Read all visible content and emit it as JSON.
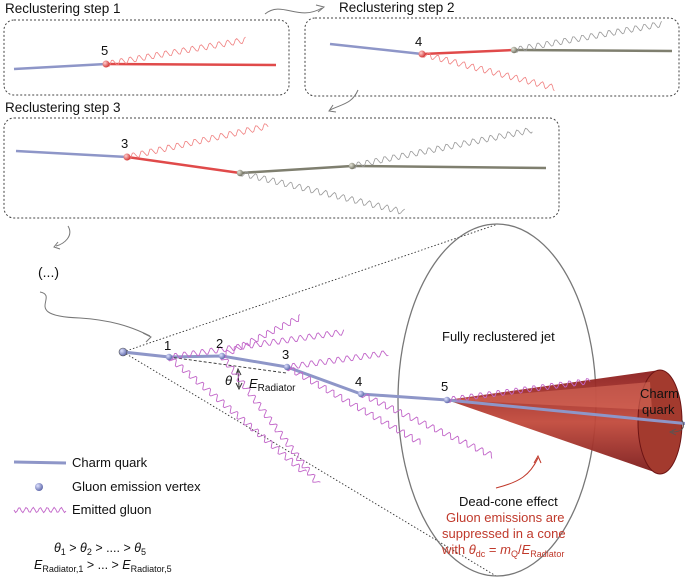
{
  "steps": {
    "step1": "Reclustering step 1",
    "step2": "Reclustering step 2",
    "step3": "Reclustering step 3",
    "ellipsis": "(...)"
  },
  "vertex_labels": {
    "s1_v5": "5",
    "s2_v4": "4",
    "s3_v3": "3",
    "main": [
      "1",
      "2",
      "3",
      "4",
      "5"
    ]
  },
  "jet": {
    "title": "Fully reclustered jet",
    "theta_symbol": "θ",
    "e_radiator_main": "E",
    "e_radiator_sub": "Radiator",
    "charm_quark_line1": "Charm",
    "charm_quark_line2": "quark"
  },
  "dead_cone": {
    "title": "Dead-cone effect",
    "line1": "Gluon emissions are",
    "line2": "suppressed in a cone",
    "line3_prefix": "with ",
    "theta": "θ",
    "theta_sub": "dc",
    "eq": " = ",
    "m": "m",
    "m_sub": "Q",
    "slash": "/",
    "E": "E",
    "E_sub": "Radiator"
  },
  "legend": {
    "charm_quark": "Charm quark",
    "vertex": "Gluon emission vertex",
    "gluon": "Emitted gluon"
  },
  "ordering": {
    "theta": "θ",
    "t1": "1",
    "gt1": " > ",
    "t2": "2",
    "gt2": " > .... > ",
    "t5": "5",
    "E": "E",
    "e1": "Radiator,1",
    "gt3": " > ... > ",
    "e5": "Radiator,5"
  },
  "colors": {
    "quark": "#8e96c8",
    "gluon": "#c266c9",
    "red": "#e04a4a",
    "grey": "#7f7f6f",
    "cone": "#a52a2a",
    "text_red": "#c0392b"
  }
}
